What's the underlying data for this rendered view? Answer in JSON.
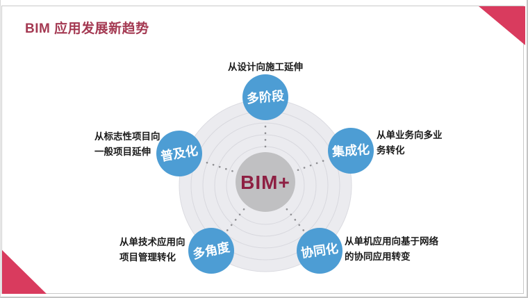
{
  "slide": {
    "title": "BIM 应用发展新趋势"
  },
  "colors": {
    "accent_crimson": "#D93B5E",
    "title_red": "#A43952",
    "node_blue": "#4D9DD4",
    "center_circle_gray": "#C0C0C2",
    "disk_gray": "#EBEBEF",
    "ring_gray": "#D8D8DE",
    "dot_gray": "#8F8F93",
    "center_text_red": "#8E2043",
    "desc_text_black": "#1A1A1A"
  },
  "diagram": {
    "center_label": "BIM+",
    "nodes": [
      {
        "label": "多阶段",
        "desc_line1": "从设计向施工延伸",
        "desc_line2": ""
      },
      {
        "label": "普及化",
        "desc_line1": "从标志性项目向",
        "desc_line2": "一般项目延伸"
      },
      {
        "label": "集成化",
        "desc_line1": "从单业务向多业",
        "desc_line2": "务转化"
      },
      {
        "label": "多角度",
        "desc_line1": "从单技术应用向",
        "desc_line2": "项目管理转化"
      },
      {
        "label": "协同化",
        "desc_line1": "从单机应用向基于网络",
        "desc_line2": "的协同应用转变"
      }
    ]
  }
}
